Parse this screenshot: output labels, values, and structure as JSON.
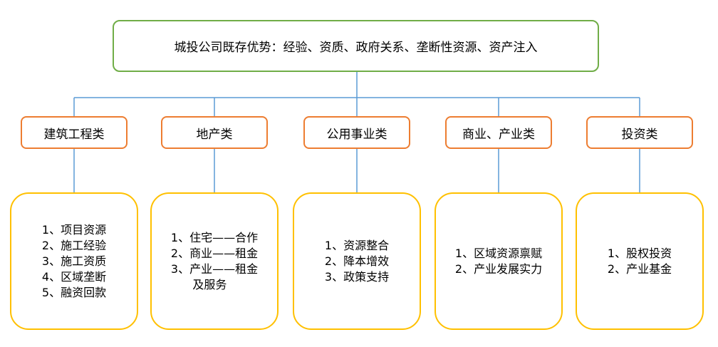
{
  "root": {
    "label": "城投公司既存优势：经验、资质、政府关系、垄断性资源、资产注入"
  },
  "categories": [
    {
      "label": "建筑工程类",
      "items": [
        "1、项目资源",
        "2、施工经验",
        "3、施工资质",
        "4、区域垄断",
        "5、融资回款"
      ]
    },
    {
      "label": "地产类",
      "items": [
        "1、住宅——合作",
        "2、商业——租金",
        "3、产业——租金",
        "      及服务"
      ]
    },
    {
      "label": "公用事业类",
      "items": [
        "1、资源整合",
        "2、降本增效",
        "3、政策支持"
      ]
    },
    {
      "label": "商业、产业类",
      "items": [
        "1、区域资源禀赋",
        "2、产业发展实力"
      ]
    },
    {
      "label": "投资类",
      "items": [
        "1、股权投资",
        "2、产业基金"
      ]
    }
  ],
  "colors": {
    "root_border": "#70ad47",
    "category_border": "#ed7d31",
    "detail_border": "#ffc000",
    "connector": "#5b9bd5"
  }
}
